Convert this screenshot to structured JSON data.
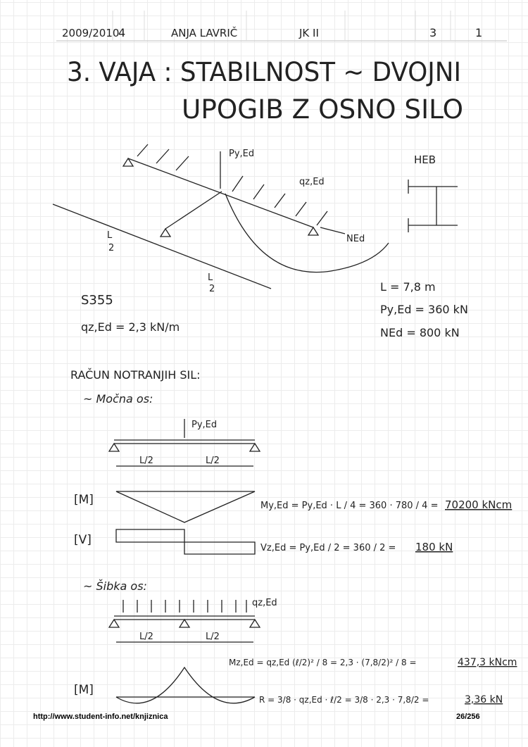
{
  "header": {
    "year": "2009/2010",
    "group": "4",
    "student": "ANJA LAVRIČ",
    "subject": "JK II",
    "exercise_no": "3",
    "sheet_no": "1"
  },
  "title": {
    "line1": "3. VAJA : STABILNOST ~ DVOJNI",
    "line2": "UPOGIB Z OSNO SILO"
  },
  "figure1": {
    "load_p": "Py,Ed",
    "load_q": "qz,Ed",
    "axial": "NEd",
    "section": "HEB",
    "half_a": "L",
    "half_b": "2"
  },
  "givens": {
    "steel": "S355",
    "q": "qz,Ed = 2,3 kN/m",
    "L": "L = 7,8 m",
    "P": "Py,Ed = 360 kN",
    "N": "NEd = 800 kN"
  },
  "section1": {
    "heading": "RAČUN NOTRANJIH SIL:",
    "strong_axis": "~ Močna os:"
  },
  "strong": {
    "load": "Py,Ed",
    "span1": "L/2",
    "span2": "L/2",
    "m_label": "[M]",
    "v_label": "[V]",
    "m_formula": "My,Ed = Py,Ed · L / 4 = 360 · 780 / 4 =",
    "m_result": "70200 kNcm",
    "v_formula": "Vz,Ed = Py,Ed / 2 = 360 / 2 =",
    "v_result": "180 kN"
  },
  "weak": {
    "heading": "~ Šibka os:",
    "load": "qz,Ed",
    "span1": "L/2",
    "span2": "L/2",
    "m_label": "[M]",
    "m_formula": "Mz,Ed = qz,Ed (ℓ/2)² / 8 = 2,3 · (7,8/2)² / 8 =",
    "m_result": "437,3 kNcm",
    "r_formula": "R = 3/8 · qz,Ed · ℓ/2 = 3/8 · 2,3 · 7,8/2 =",
    "r_result": "3,36 kN"
  },
  "footer": {
    "url": "http://www.student-info.net/knjiznica",
    "page": "26/256"
  }
}
